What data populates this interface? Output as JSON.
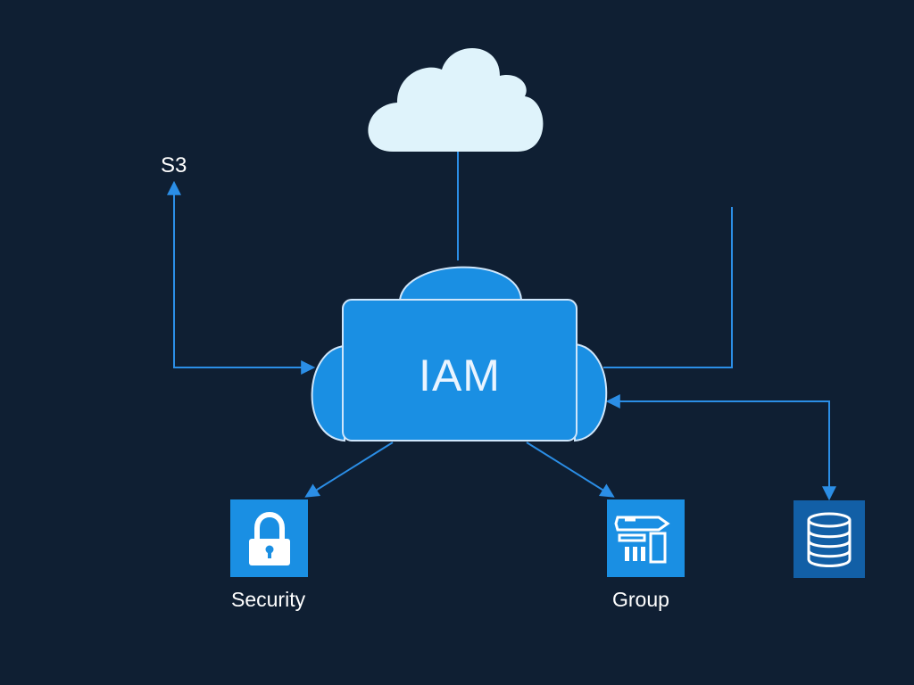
{
  "nodes": {
    "iam": {
      "label": "IAM"
    },
    "s3": {
      "label": "S3"
    },
    "security": {
      "label": "Security",
      "icon": "lock-icon"
    },
    "group": {
      "label": "Group",
      "icon": "group-tools-icon"
    },
    "database": {
      "label": "",
      "icon": "database-icon"
    },
    "cloud": {
      "icon": "cloud-icon"
    }
  },
  "colors": {
    "background": "#0f1f33",
    "accent": "#1a8fe3",
    "line": "#2b8ee6",
    "cloud": "#dff3fb",
    "text": "#ffffff"
  }
}
